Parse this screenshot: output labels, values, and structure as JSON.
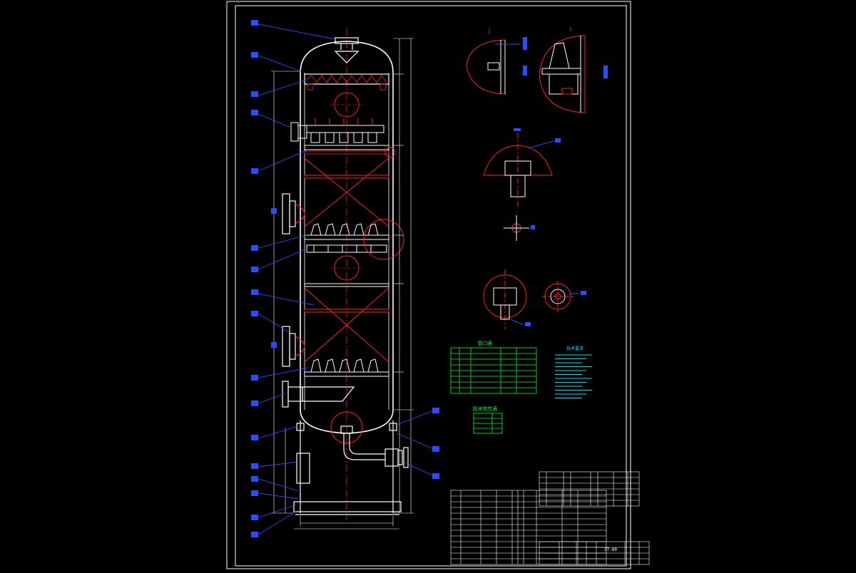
{
  "drawing": {
    "colors": {
      "background": "#000000",
      "frame": "#ffffff",
      "outline": "#ffffff",
      "detail": "#ff2020",
      "leader": "#2b4cff",
      "table": "#00ff2a",
      "notes": "#00e5ff",
      "titleblock": "#ffffff"
    },
    "tables": {
      "nozzle_table_title": "管口表",
      "spec_table_title": "技术特性表",
      "notes_title": "技术要求"
    },
    "titleblock": {
      "drawing_number": "ZT-00"
    }
  }
}
